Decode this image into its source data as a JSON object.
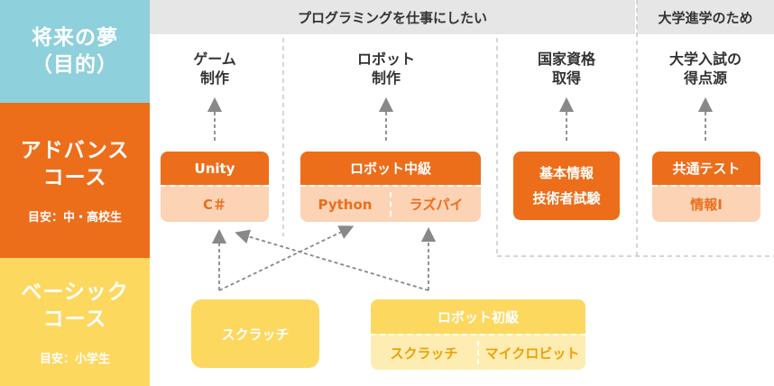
{
  "rows": {
    "goal": {
      "title_line1": "将来の夢",
      "title_line2": "（目的）",
      "color": "#8ed0dc"
    },
    "advanced": {
      "title_line1": "アドバンス",
      "title_line2": "コース",
      "note": "目安：中・高校生",
      "color": "#ec6e1b"
    },
    "basic": {
      "title_line1": "ベーシック",
      "title_line2": "コース",
      "note": "目安：小学生",
      "color": "#fdd85f"
    }
  },
  "headers": {
    "programming_job": "プログラミングを仕事にしたい",
    "university": "大学進学のため"
  },
  "goals": [
    {
      "line1": "ゲーム",
      "line2": "制作"
    },
    {
      "line1": "ロボット",
      "line2": "制作"
    },
    {
      "line1": "国家資格",
      "line2": "取得"
    },
    {
      "line1": "大学入試の",
      "line2": "得点源"
    }
  ],
  "advanced_cards": {
    "unity": {
      "title": "Unity",
      "sub": "C＃"
    },
    "robot_mid": {
      "title": "ロボット中級",
      "sub_left": "Python",
      "sub_right": "ラズパイ"
    },
    "kihon": {
      "line1": "基本情報",
      "line2": "技術者試験"
    },
    "kyotsu": {
      "title": "共通テスト",
      "sub": "情報Ⅰ"
    }
  },
  "basic_cards": {
    "scratch": {
      "title": "スクラッチ"
    },
    "robot_beg": {
      "title": "ロボット初級",
      "sub_left": "スクラッチ",
      "sub_right": "マイクロビット"
    }
  },
  "colors": {
    "orange": "#ec6e1b",
    "orange_light": "#fcd3b5",
    "orange_text": "#ec6e1b",
    "yellow": "#fdd85f",
    "yellow_light": "#feedb3",
    "yellow_text": "#f0a000",
    "gray_header": "#e6e6e6",
    "arrow": "#888888"
  }
}
